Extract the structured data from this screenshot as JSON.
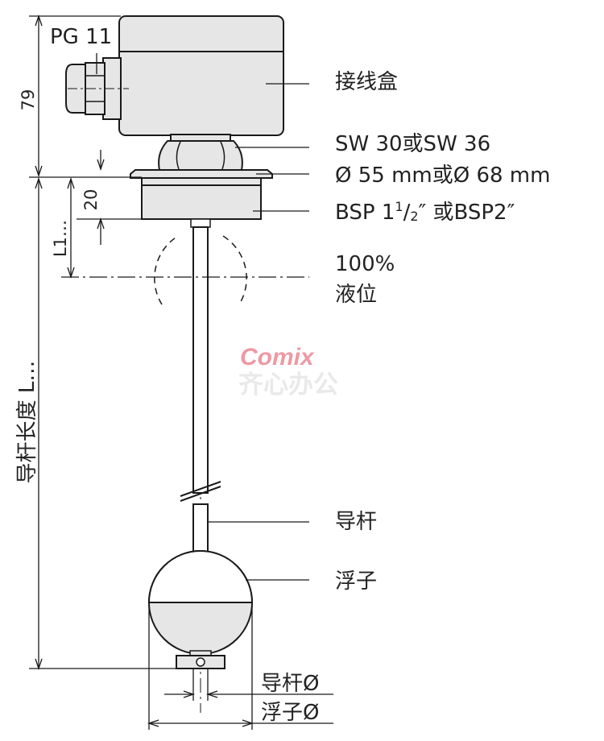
{
  "labels": {
    "pg": "PG 11",
    "junction_box": "接线盒",
    "wrench": "SW 30或SW 36",
    "flange_diameter": "Ø 55 mm或Ø 68 mm",
    "thread_prefix": "BSP 1",
    "thread_num": "1",
    "thread_slash": "/",
    "thread_den": "2",
    "thread_suffix": "″ 或BSP2″",
    "level_percent": "100%",
    "level_text": "液位",
    "rod": "导杆",
    "float": "浮子",
    "rod_diameter": "导杆Ø",
    "float_diameter": "浮子Ø"
  },
  "dimensions": {
    "height_79": "79",
    "height_20": "20",
    "l1": "L1…",
    "rod_length": "导杆长度 L…"
  },
  "watermark": {
    "logo": "Comix",
    "text": "齐心办公"
  },
  "colors": {
    "line": "#1a1a1a",
    "body_fill": "#e8e8e8",
    "watermark": "#e0465a"
  }
}
